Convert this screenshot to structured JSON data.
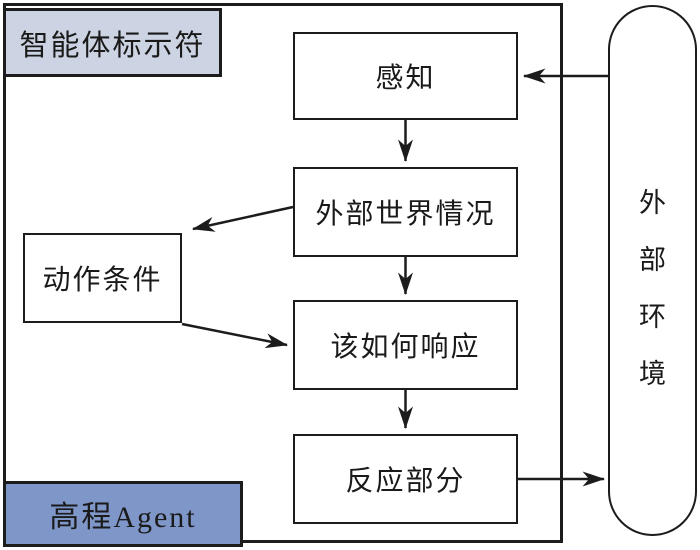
{
  "agent": {
    "identifier_label": "智能体标示符",
    "name_label": "高程Agent"
  },
  "flow": {
    "perception": "感知",
    "world_state": "外部世界情况",
    "action_condition": "动作条件",
    "response_decision": "该如何响应",
    "reaction": "反应部分"
  },
  "environment": {
    "label": "外部环境"
  },
  "colors": {
    "identifier_label_bg": "#ccd3e2",
    "agent_name_label_bg": "#7e96c8",
    "line": "#1c1c1c",
    "box_bg": "#ffffff"
  }
}
